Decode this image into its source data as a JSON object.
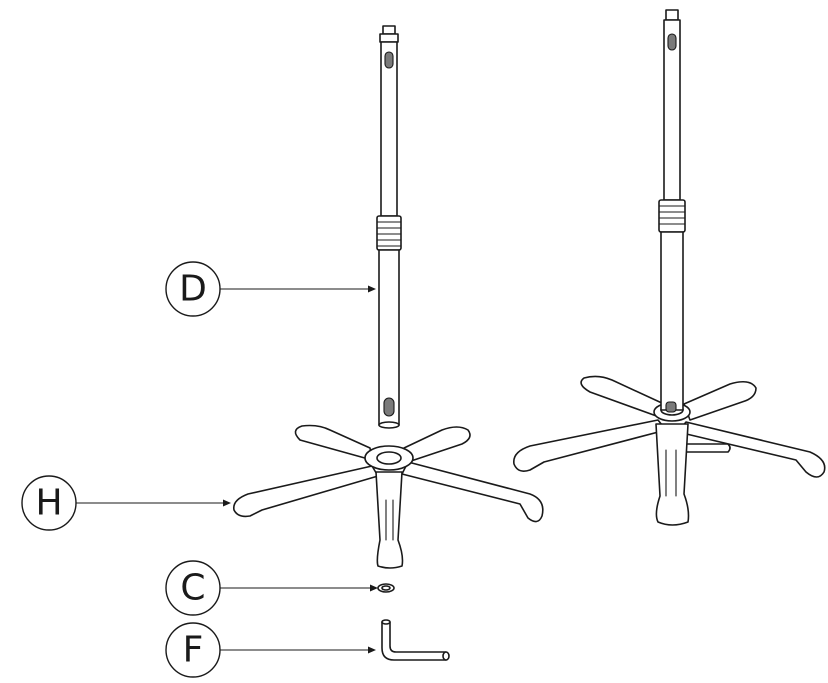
{
  "callouts": [
    {
      "id": "D",
      "label": "D",
      "part": "telescopic-pole"
    },
    {
      "id": "H",
      "label": "H",
      "part": "star-base"
    },
    {
      "id": "C",
      "label": "C",
      "part": "washer"
    },
    {
      "id": "F",
      "label": "F",
      "part": "allen-key"
    }
  ],
  "colors": {
    "line": "#1a1a1a",
    "slot": "#7a7a7a",
    "background": "#ffffff"
  }
}
